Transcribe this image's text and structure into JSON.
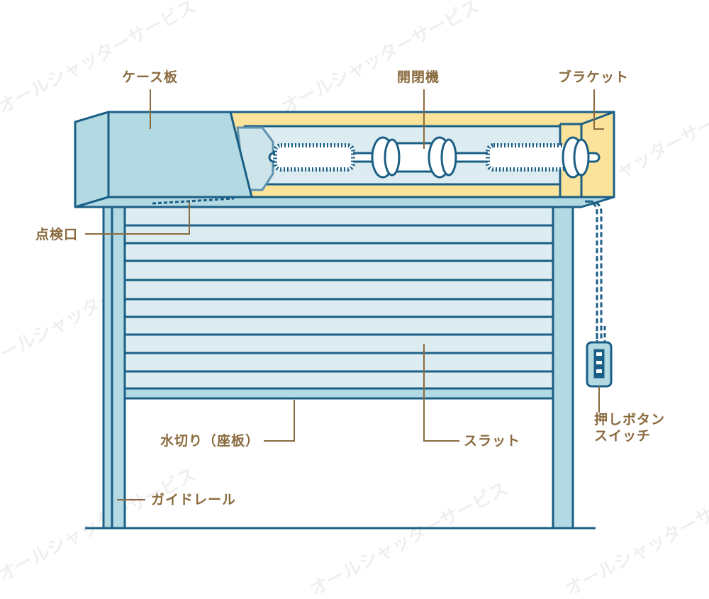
{
  "labels": {
    "case_plate": "ケース板",
    "opener": "開閉機",
    "bracket": "ブラケット",
    "inspection_port": "点検口",
    "bottom_bar": "水切り（座板）",
    "slat": "スラット",
    "guide_rail": "ガイドレール",
    "switch_line1": "押しボタン",
    "switch_line2": "スイッチ"
  },
  "watermark": "オールシャッターサービス",
  "colors": {
    "stroke": "#1b5f86",
    "case_blue": "#b3d9e2",
    "slat_fill": "#dcecf0",
    "bracket_yellow": "#fbe39b",
    "label_brown": "#8a6a3e"
  }
}
